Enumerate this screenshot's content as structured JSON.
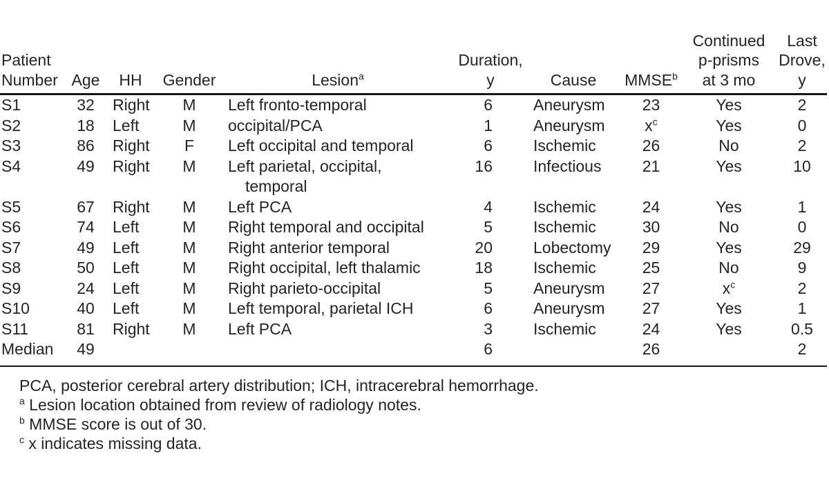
{
  "table": {
    "columns": [
      {
        "id": "patient-number",
        "header": [
          "Patient",
          "Number"
        ]
      },
      {
        "id": "age",
        "header": [
          "Age"
        ]
      },
      {
        "id": "hh",
        "header": [
          "HH"
        ]
      },
      {
        "id": "gender",
        "header": [
          "Gender"
        ]
      },
      {
        "id": "lesion",
        "header": [
          "Lesion^{a}"
        ]
      },
      {
        "id": "duration",
        "header": [
          "Duration,",
          "y"
        ]
      },
      {
        "id": "cause",
        "header": [
          "Cause"
        ]
      },
      {
        "id": "mmse",
        "header": [
          "MMSE^{b}"
        ]
      },
      {
        "id": "continued-p-prisms",
        "header": [
          "Continued",
          "p-prisms",
          "at 3 mo"
        ]
      },
      {
        "id": "last-drove",
        "header": [
          "Last",
          "Drove,",
          "y"
        ]
      }
    ],
    "rows": [
      [
        "S1",
        "32",
        "Right",
        "M",
        "Left fronto-temporal",
        "6",
        "Aneurysm",
        "23",
        "Yes",
        "2"
      ],
      [
        "S2",
        "18",
        "Left",
        "M",
        "occipital/PCA",
        "1",
        "Aneurysm",
        "x^{c}",
        "Yes",
        "0"
      ],
      [
        "S3",
        "86",
        "Right",
        "F",
        "Left occipital and temporal",
        "6",
        "Ischemic",
        "26",
        "No",
        "2"
      ],
      [
        "S4",
        "49",
        "Right",
        "M",
        "Left parietal, occipital,\ntemporal",
        "16",
        "Infectious",
        "21",
        "Yes",
        "10"
      ],
      [
        "S5",
        "67",
        "Right",
        "M",
        "Left PCA",
        "4",
        "Ischemic",
        "24",
        "Yes",
        "1"
      ],
      [
        "S6",
        "74",
        "Left",
        "M",
        "Right temporal and occipital",
        "5",
        "Ischemic",
        "30",
        "No",
        "0"
      ],
      [
        "S7",
        "49",
        "Left",
        "M",
        "Right anterior temporal",
        "20",
        "Lobectomy",
        "29",
        "Yes",
        "29"
      ],
      [
        "S8",
        "50",
        "Left",
        "M",
        "Right occipital, left thalamic",
        "18",
        "Ischemic",
        "25",
        "No",
        "9"
      ],
      [
        "S9",
        "24",
        "Left",
        "M",
        "Right parieto-occipital",
        "5",
        "Aneurysm",
        "27",
        "x^{c}",
        "2"
      ],
      [
        "S10",
        "40",
        "Left",
        "M",
        "Left temporal, parietal ICH",
        "6",
        "Aneurysm",
        "27",
        "Yes",
        "1"
      ],
      [
        "S11",
        "81",
        "Right",
        "M",
        "Left PCA",
        "3",
        "Ischemic",
        "24",
        "Yes",
        "0.5"
      ],
      [
        "Median",
        "49",
        "",
        "",
        "",
        "6",
        "",
        "26",
        "",
        "2"
      ]
    ]
  },
  "footnotes": [
    "PCA, posterior cerebral artery distribution; ICH, intracerebral hemorrhage.",
    "^{a} Lesion location obtained from review of radiology notes.",
    "^{b} MMSE score is out of 30.",
    "^{c} x indicates missing data."
  ],
  "colors": {
    "background": "#ffffff",
    "text": "#242424",
    "rule": "#161616"
  }
}
